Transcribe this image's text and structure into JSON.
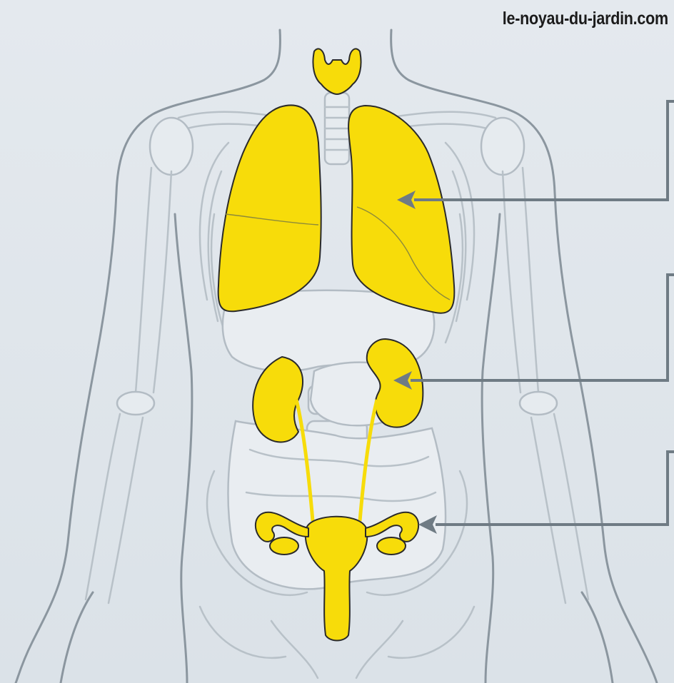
{
  "watermark": "le-noyau-du-jardin.com",
  "colors": {
    "background": "#dde3e9",
    "highlight": "#f7dc0a",
    "outline": "#8b969f",
    "pointer": "#6f7b84"
  },
  "highlighted_organs": [
    "thyroid",
    "lungs",
    "kidneys",
    "ureters",
    "uterus",
    "ovaries"
  ],
  "pointers": [
    {
      "target": "lungs"
    },
    {
      "target": "kidneys"
    },
    {
      "target": "ovaries"
    }
  ]
}
